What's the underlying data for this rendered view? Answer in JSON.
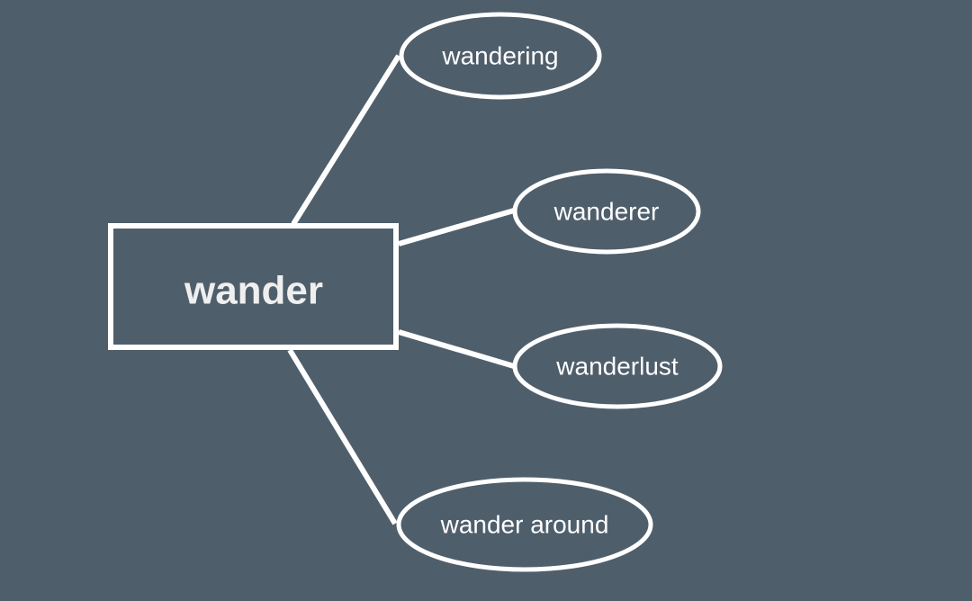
{
  "colors": {
    "background": "#4f5e6b",
    "stroke": "#ffffff",
    "text": "#ffffff",
    "root_text": "#efefef"
  },
  "diagram": {
    "root": {
      "label": "wander"
    },
    "children": [
      {
        "label": "wandering"
      },
      {
        "label": "wanderer"
      },
      {
        "label": "wanderlust"
      },
      {
        "label": "wander around"
      }
    ]
  }
}
